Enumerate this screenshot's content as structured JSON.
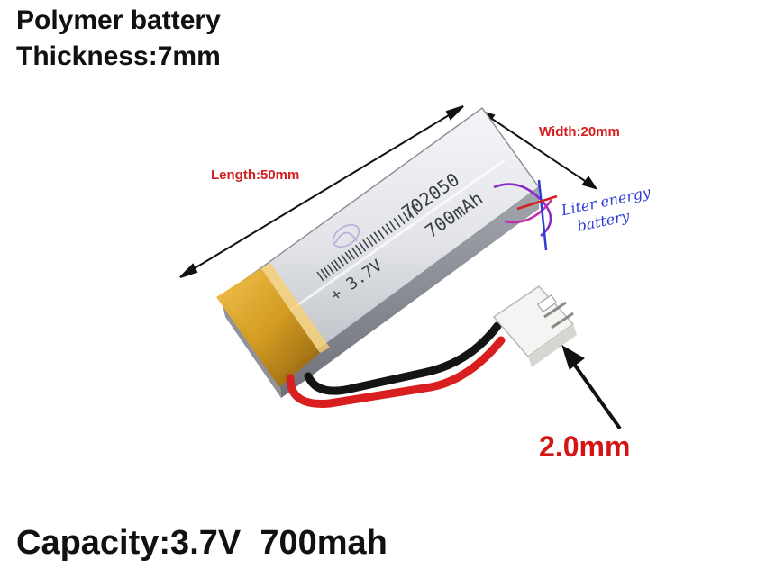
{
  "header": {
    "line1": "Polymer battery",
    "line2": "Thickness:7mm"
  },
  "dimensions": {
    "length": "Length:50mm",
    "width": "Width:20mm",
    "connector": "2.0mm"
  },
  "battery_print": {
    "model": "702050",
    "capacity_print": "700mAh",
    "voltage_print": "+ 3.7V"
  },
  "footer": {
    "capacity": "Capacity:3.7V  700mah"
  },
  "watermark": {
    "brand_line1": "Liter energy",
    "brand_line2": "battery"
  },
  "colors": {
    "dimension_text": "#d42020",
    "wire_red": "#d81e1e",
    "wire_black": "#141414",
    "kapton_tape": "#d9a41c",
    "cell_body": "#c9cbcf"
  }
}
